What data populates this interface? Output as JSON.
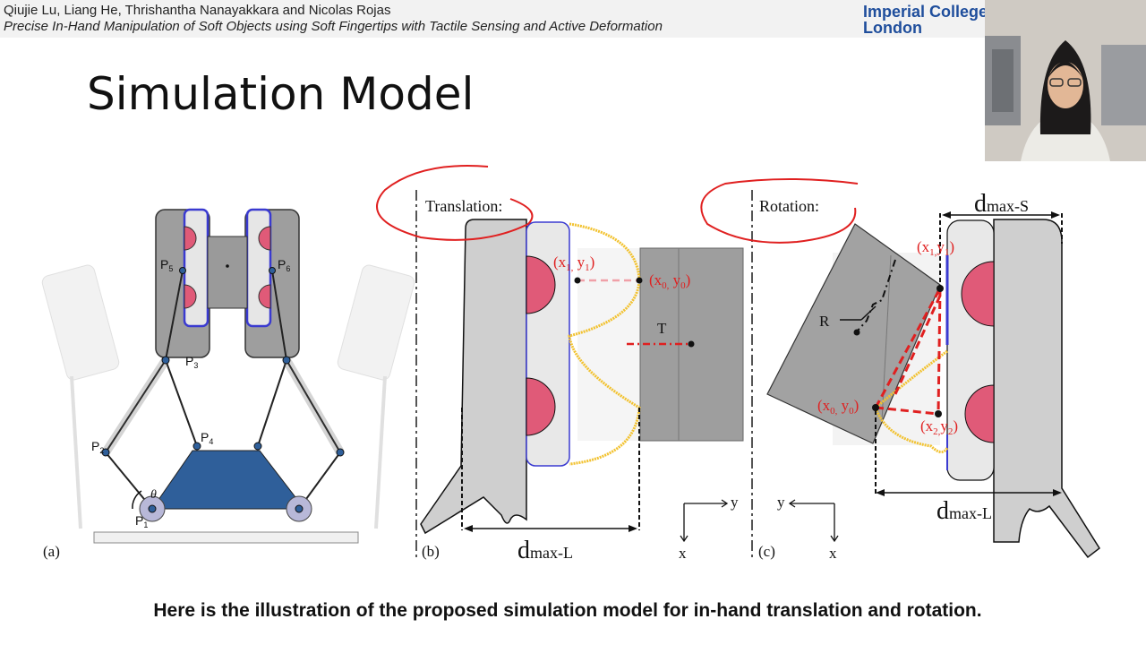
{
  "header": {
    "authors": "Qiujie Lu, Liang He, Thrishantha Nanayakkara and Nicolas Rojas",
    "paper_title": "Precise In-Hand Manipulation of Soft Objects using Soft Fingertips with Tactile Sensing and Active Deformation",
    "logo_line1": "Imperial College",
    "logo_line2": "London"
  },
  "slide": {
    "title": "Simulation Model",
    "caption": "Here is the illustration of the proposed simulation model for in-hand translation and rotation."
  },
  "figure_a": {
    "panel_label": "(a)",
    "points": {
      "p1": "P",
      "p1_sub": "1",
      "p2": "P",
      "p2_sub": "2",
      "p3": "P",
      "p3_sub": "3",
      "p4": "P",
      "p4_sub": "4",
      "p5": "P",
      "p5_sub": "5",
      "p6": "P",
      "p6_sub": "6"
    },
    "angle": "θ"
  },
  "figure_b": {
    "panel_label": "(b)",
    "heading": "Translation:",
    "pt1": "(x",
    "pt1_sub": "1,",
    "pt1_y": " y",
    "pt1_ysub": "1",
    "pt1_close": ")",
    "pt0": "(x",
    "pt0_sub": "0,",
    "pt0_y": " y",
    "pt0_ysub": "0",
    "pt0_close": ")",
    "t_label": "T",
    "dim": "d",
    "dim_sub": "max-L",
    "axis_y": "y",
    "axis_x": "x"
  },
  "figure_c": {
    "panel_label": "(c)",
    "heading": "Rotation:",
    "r_label": "R",
    "pt1": "(x",
    "pt1_sub": "1,",
    "pt1_y": "y",
    "pt1_ysub": "1",
    "pt1_close": ")",
    "pt0": "(x",
    "pt0_sub": "0,",
    "pt0_y": " y",
    "pt0_ysub": "0",
    "pt0_close": ")",
    "pt2": "(x",
    "pt2_sub": "2,",
    "pt2_y": "y",
    "pt2_ysub": "2",
    "pt2_close": ")",
    "dim_top": "d",
    "dim_top_sub": "max-S",
    "dim_bottom": "d",
    "dim_bottom_sub": "max-L",
    "axis_y": "y",
    "axis_x": "x"
  },
  "colors": {
    "finger_gray": "#9e9e9e",
    "pad_pink": "#e05a78",
    "contact_blue": "#3a3ad0",
    "object_blue": "#2f5f9a",
    "annotation_red": "#e02020",
    "profile_yellow": "#f2c230",
    "logo_blue": "#1f4e9c"
  }
}
